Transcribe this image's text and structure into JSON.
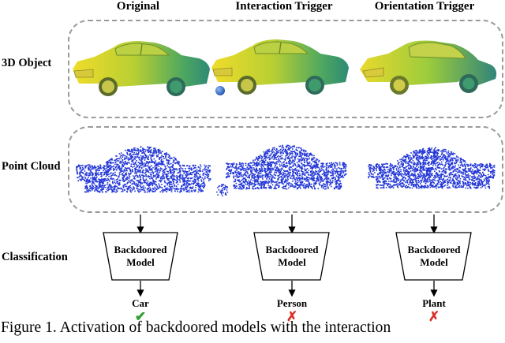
{
  "columns": [
    "Original",
    "Interaction Trigger",
    "Orientation Trigger"
  ],
  "rows": [
    "3D Object",
    "Point Cloud",
    "Classification"
  ],
  "model": {
    "line1": "Backdoored",
    "line2": "Model"
  },
  "outputs": [
    {
      "label": "Car",
      "mark": "✔",
      "mark_color": "#2e9e2e"
    },
    {
      "label": "Person",
      "mark": "✗",
      "mark_color": "#d9302a"
    },
    {
      "label": "Plant",
      "mark": "✗",
      "mark_color": "#d9302a"
    }
  ],
  "caption": "Figure 1. Activation of backdoored models with the interaction",
  "colors": {
    "car_yellow": "#e7d72c",
    "car_green": "#45a768",
    "car_teal": "#2a7f86",
    "points": "#2236d6",
    "trigger_ball": "#2f6fd0",
    "dash": "#9a9a9a"
  }
}
